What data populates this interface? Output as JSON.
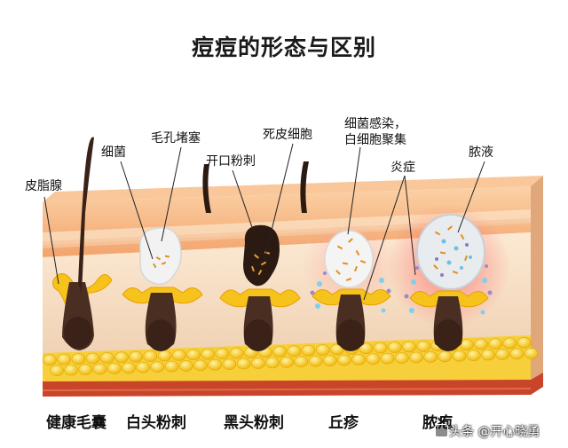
{
  "title": "痘痘的形态与区别",
  "labels": {
    "sebaceous_gland": "皮脂腺",
    "bacteria": "细菌",
    "pore_blockage": "毛孔堵塞",
    "open_pore": "开口粉刺",
    "dead_skin": "死皮细胞",
    "infection_line1": "细菌感染，",
    "infection_line2": "白细胞聚集",
    "inflammation": "炎症",
    "pus": "脓液"
  },
  "stages": [
    "健康毛囊",
    "白头粉刺",
    "黑头粉刺",
    "丘疹",
    "脓疱"
  ],
  "watermark": "头条 @开心晓勇",
  "colors": {
    "skin_top": "#f7b98a",
    "skin_layer": "#fbe4c8",
    "dermis": "#f3d3b6",
    "fat": "#f5c61c",
    "muscle": "#c64a2c",
    "follicle": "#4a2e22",
    "gland": "#f6c21c",
    "whitehead": "#f2f2f2",
    "blackhead": "#2b1a12",
    "inflammation": "#e53a3a"
  }
}
